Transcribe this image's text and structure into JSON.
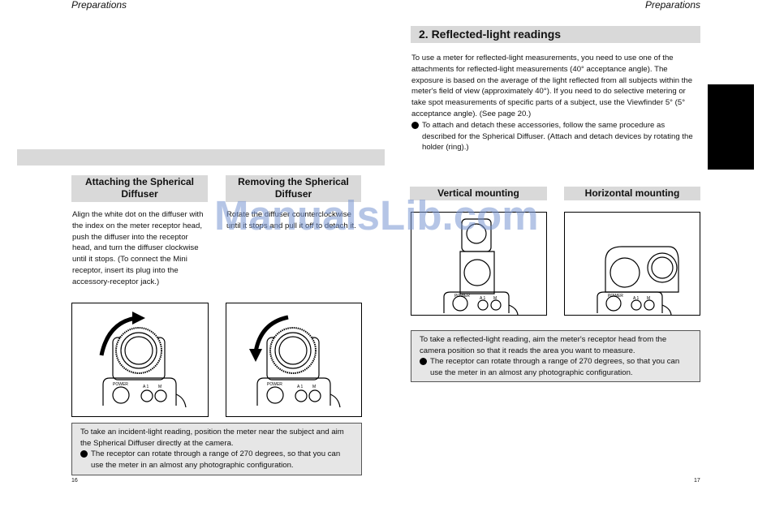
{
  "header": {
    "left": "Preparations",
    "right": "Preparations"
  },
  "watermark": "ManualsLib.com",
  "left_page": {
    "attach": {
      "heading": "Attaching the Spherical Diffuser",
      "text": "Align the white dot on the diffuser with the index on the meter receptor head, push the diffuser into the receptor head, and turn the diffuser clockwise until it stops. (To connect the Mini receptor, insert its plug into the accessory-receptor jack.)"
    },
    "remove": {
      "heading": "Removing the Spherical Diffuser",
      "text": "Rotate the diffuser counterclockwise until it stops and pull it off to detach it."
    },
    "figure_labels": {
      "power": "POWER",
      "a1": "A 1",
      "m": "M"
    },
    "note": {
      "text": "To take an incident-light reading, position the meter near the subject and aim the Spherical Diffuser directly at the camera.",
      "bullet": "The receptor can rotate through a range of 270 degrees, so that you can use the meter in an almost any photographic configuration."
    },
    "page_number": "16"
  },
  "right_page": {
    "section_title": "2. Reflected-light readings",
    "intro": "To use a meter for reflected-light measurements, you need to use one of the attachments for reflected-light measurements (40° acceptance angle). The exposure is based on the average of the light reflected from all subjects within the meter's field of view (approximately 40°). If you need to do selective metering or take spot measurements of specific parts of a subject, use the Viewfinder 5° (5° acceptance angle). (See page 20.)",
    "intro_bullet": "To attach and detach these accessories, follow the same procedure as described for the Spherical Diffuser. (Attach and detach devices by rotating the holder (ring).)",
    "vertical_heading": "Vertical mounting",
    "horizontal_heading": "Horizontal mounting",
    "figure_labels": {
      "power": "POWER",
      "a1": "A 1",
      "m": "M"
    },
    "note": {
      "text": "To take a reflected-light reading, aim the meter's receptor head from the camera position so that it reads the area you want to measure.",
      "bullet": "The receptor can rotate through a range of 270 degrees, so that you can use the meter in an almost any photographic configuration."
    },
    "page_number": "17"
  },
  "colors": {
    "heading_bg": "#d9d9d9",
    "note_bg": "#e6e6e6",
    "side_tab": "#000000"
  }
}
